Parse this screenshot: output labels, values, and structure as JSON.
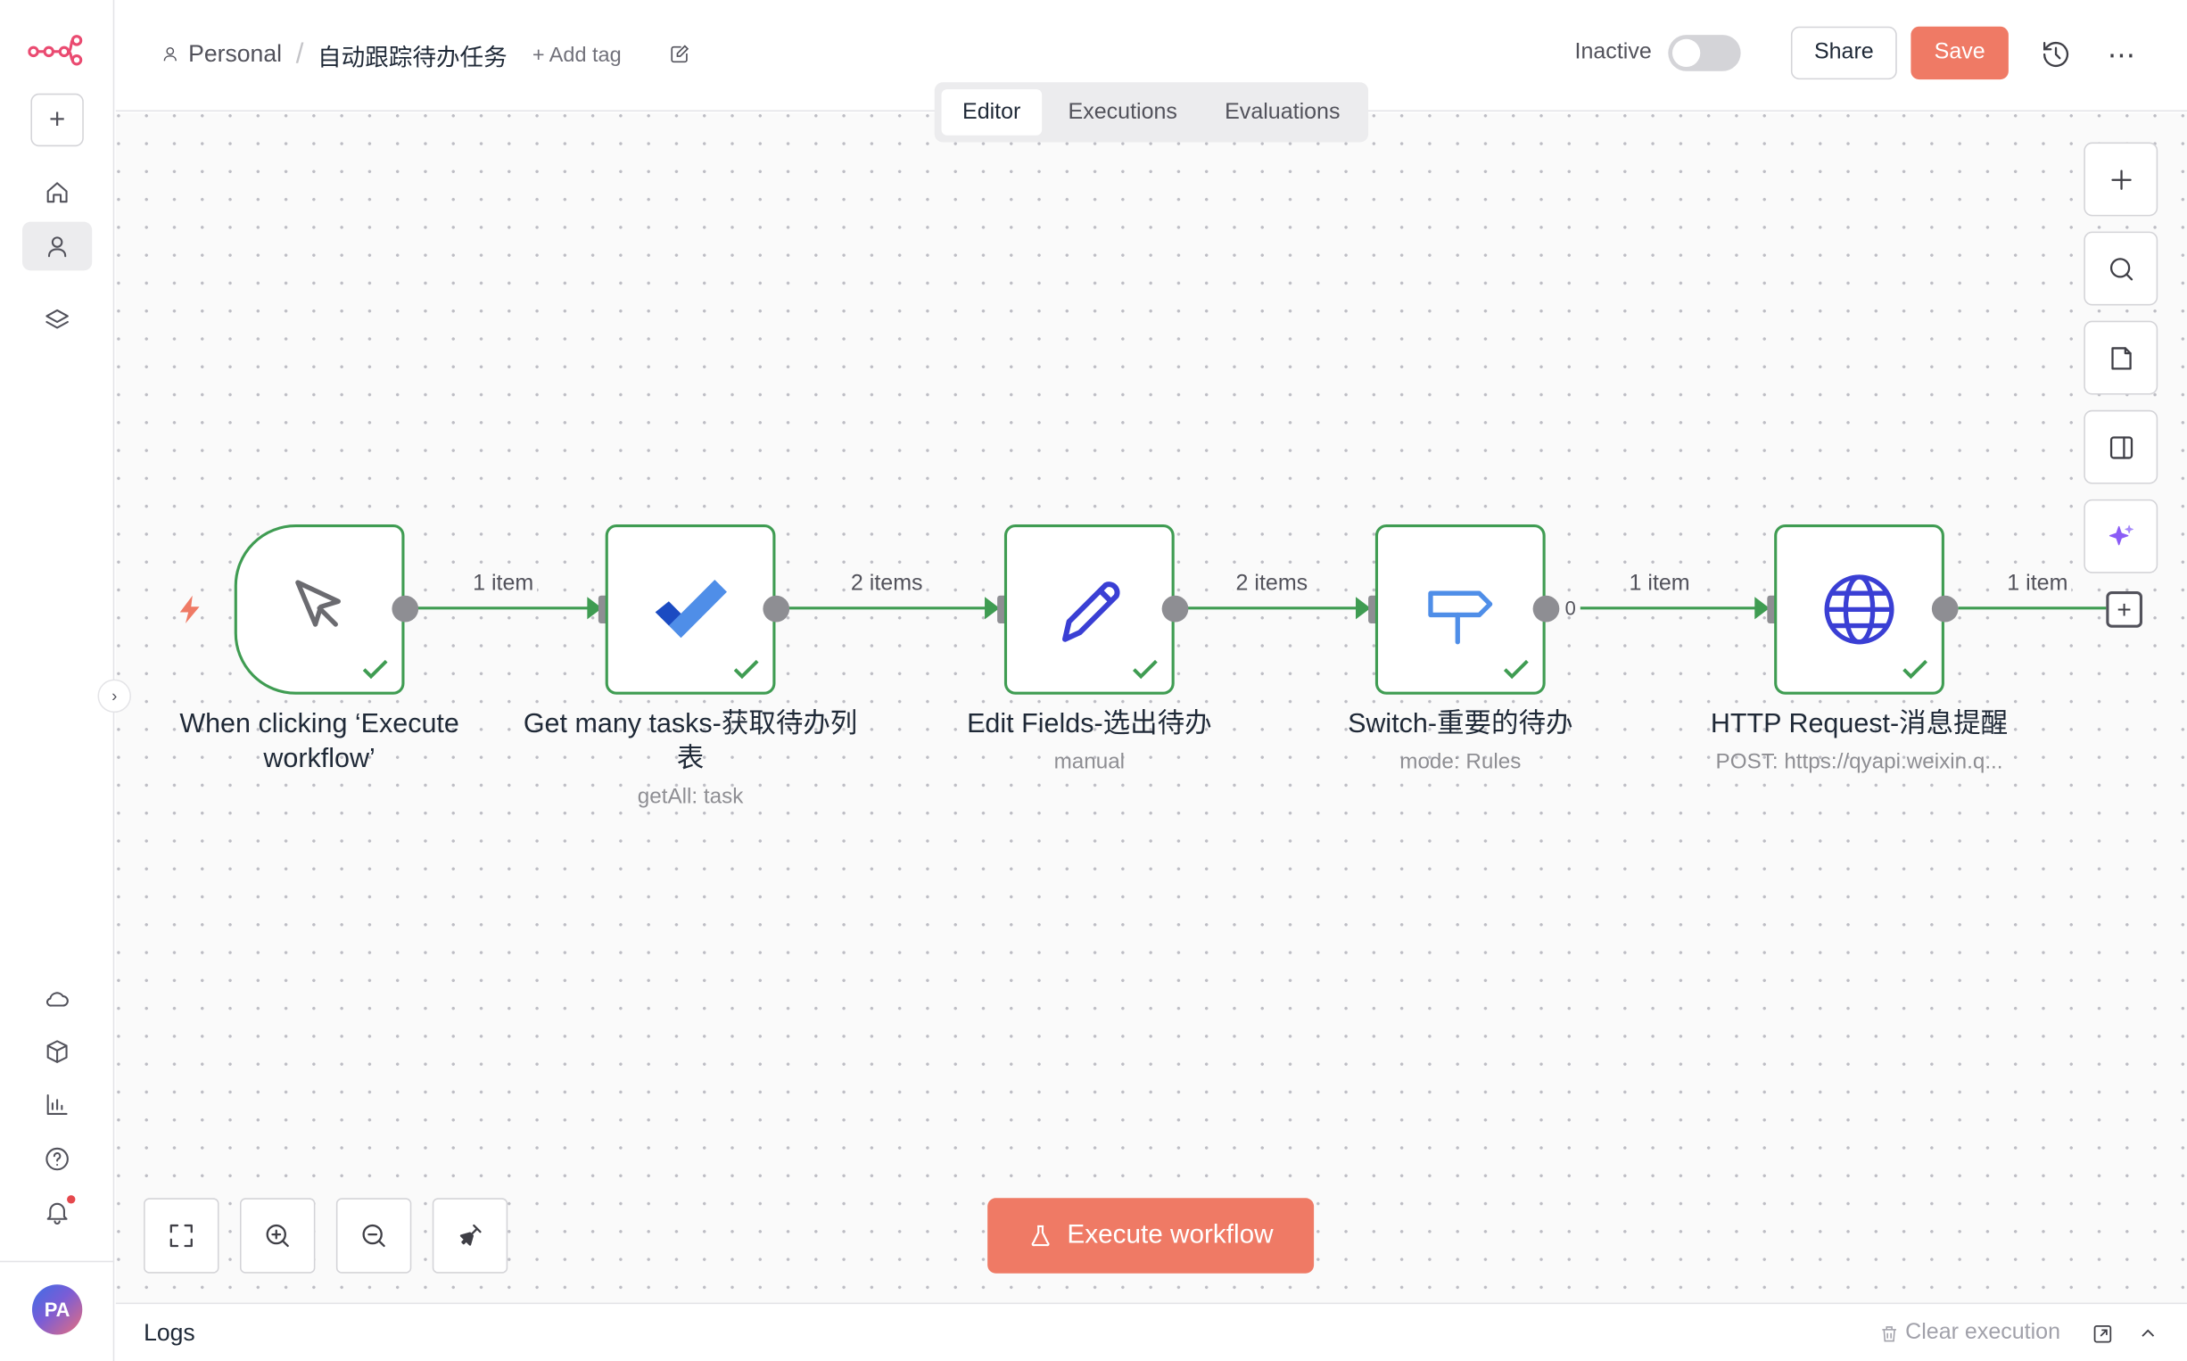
{
  "sidebar": {
    "icons": [
      "n8n-logo-icon",
      "plus-icon",
      "home-icon",
      "user-icon",
      "layers-icon",
      "cloud-icon",
      "templates-icon",
      "insights-icon",
      "help-icon",
      "bell-icon"
    ],
    "avatar_initials": "PA"
  },
  "header": {
    "project": "Personal",
    "workflow_name": "自动跟踪待办任务",
    "add_tag": "+ Add tag",
    "status_label": "Inactive",
    "share_label": "Share",
    "save_label": "Save"
  },
  "tabs": [
    {
      "label": "Editor",
      "active": true
    },
    {
      "label": "Executions",
      "active": false
    },
    {
      "label": "Evaluations",
      "active": false
    }
  ],
  "nodes": [
    {
      "title": "When clicking ‘Execute workflow’",
      "subtitle": "",
      "icon": "cursor-icon",
      "status": "success"
    },
    {
      "title": "Get many tasks-获取待办列表",
      "subtitle": "getAll: task",
      "icon": "todo-check-icon",
      "status": "success"
    },
    {
      "title": "Edit Fields-选出待办",
      "subtitle": "manual",
      "icon": "pencil-icon",
      "status": "success"
    },
    {
      "title": "Switch-重要的待办",
      "subtitle": "mode: Rules",
      "icon": "signpost-icon",
      "status": "success"
    },
    {
      "title": "HTTP Request-消息提醒",
      "subtitle": "POST: https://qyapi.weixin.q...",
      "icon": "globe-icon",
      "status": "success"
    }
  ],
  "edges": [
    {
      "label": "1 item"
    },
    {
      "label": "2 items"
    },
    {
      "label": "2 items"
    },
    {
      "label": "1 item",
      "output": "0"
    },
    {
      "label": "1 item"
    }
  ],
  "canvas": {
    "execute_label": "Execute workflow",
    "colors": {
      "accent": "#ef7a65",
      "success": "#3f9c52",
      "handle": "#8e8e93"
    }
  },
  "logs": {
    "title": "Logs",
    "clear_label": "Clear execution"
  }
}
